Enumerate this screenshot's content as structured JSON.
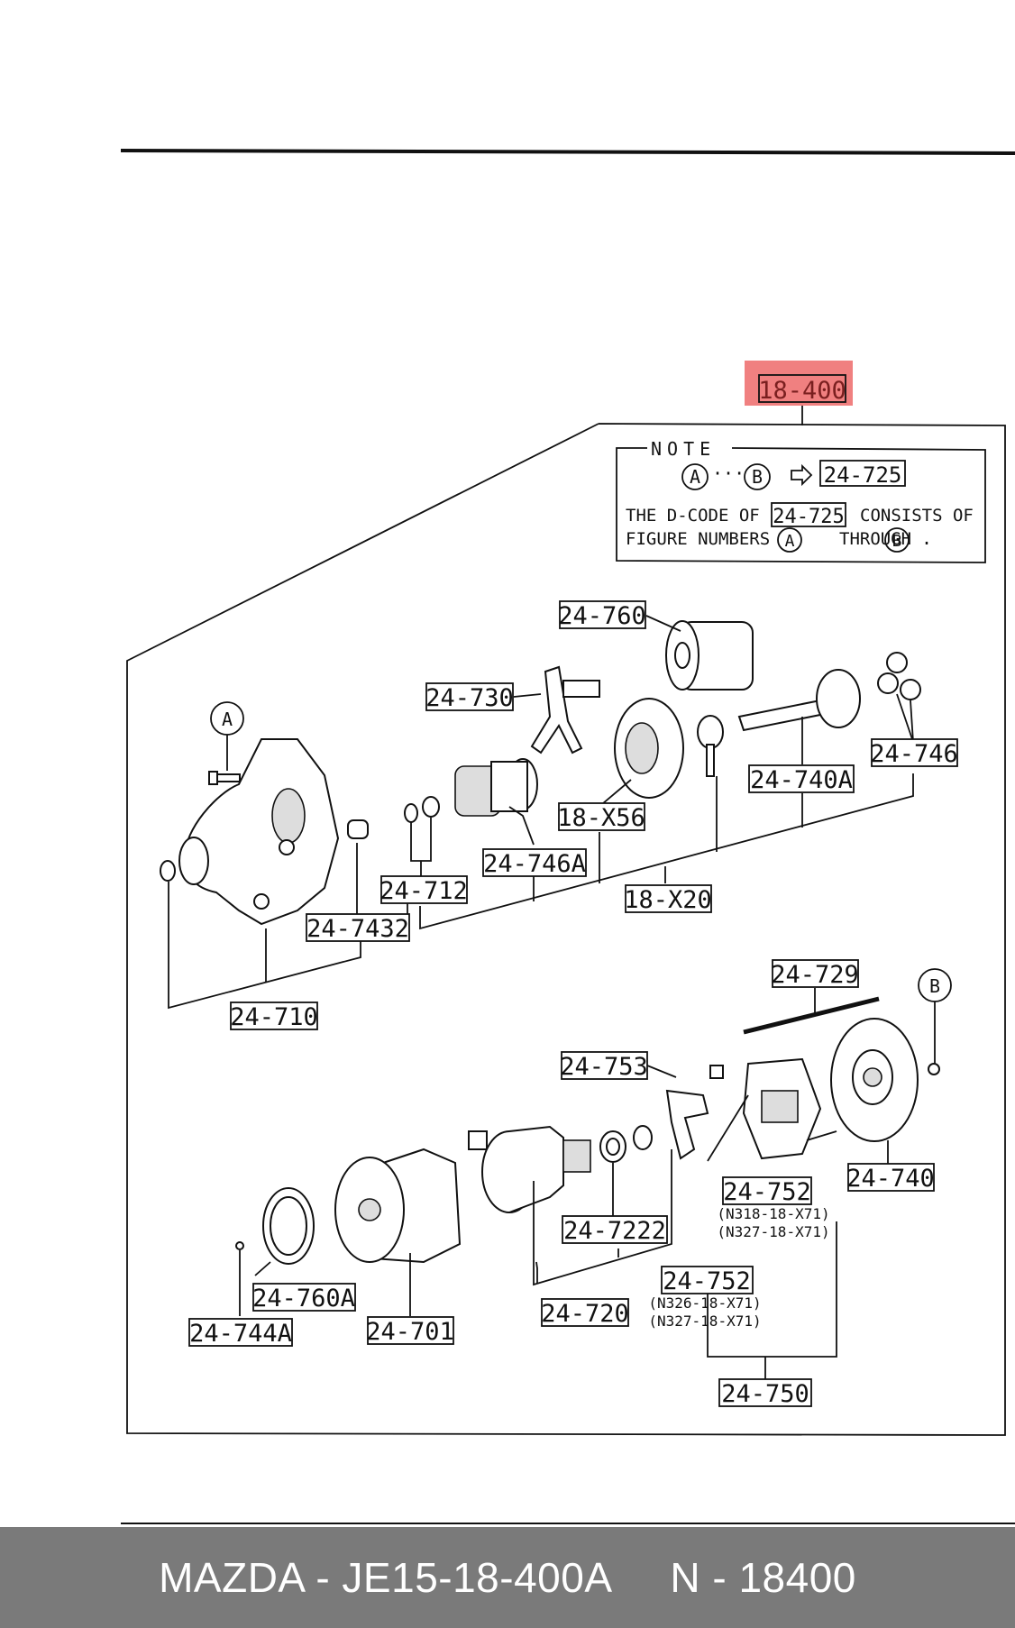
{
  "assembly_label": "18-400",
  "note": {
    "title": "NOTE",
    "marker_a": "A",
    "marker_b": "B",
    "ref_code": "24-725",
    "line1_prefix": "THE D-CODE OF",
    "line1_suffix": "CONSISTS OF",
    "line2_prefix": "FIGURE NUMBERS",
    "line2_mid": "THROUGH",
    "line2_end": "."
  },
  "callouts": {
    "c24_760": "24-760",
    "c24_730": "24-730",
    "c24_746": "24-746",
    "c24_740A": "24-740A",
    "c18_X56": "18-X56",
    "c24_746A": "24-746A",
    "c24_712": "24-712",
    "c18_X20": "18-X20",
    "c24_7432": "24-7432",
    "c24_710": "24-710",
    "c24_729": "24-729",
    "c24_753": "24-753",
    "c24_752a": "24-752",
    "c24_752a_sub1": "(N318-18-X71)",
    "c24_752a_sub2": "(N327-18-X71)",
    "c24_740": "24-740",
    "c24_7222": "24-7222",
    "c24_752b": "24-752",
    "c24_752b_sub1": "(N326-18-X71)",
    "c24_752b_sub2": "(N327-18-X71)",
    "c24_720": "24-720",
    "c24_760A": "24-760A",
    "c24_701": "24-701",
    "c24_744A": "24-744A",
    "c24_750": "24-750",
    "marker_a": "A",
    "marker_b": "B"
  },
  "footer": {
    "text": "MAZDA - JE15-18-400A     N - 18400"
  },
  "colors": {
    "highlight": "#f08080",
    "footer_bg": "#7a7a7a"
  }
}
